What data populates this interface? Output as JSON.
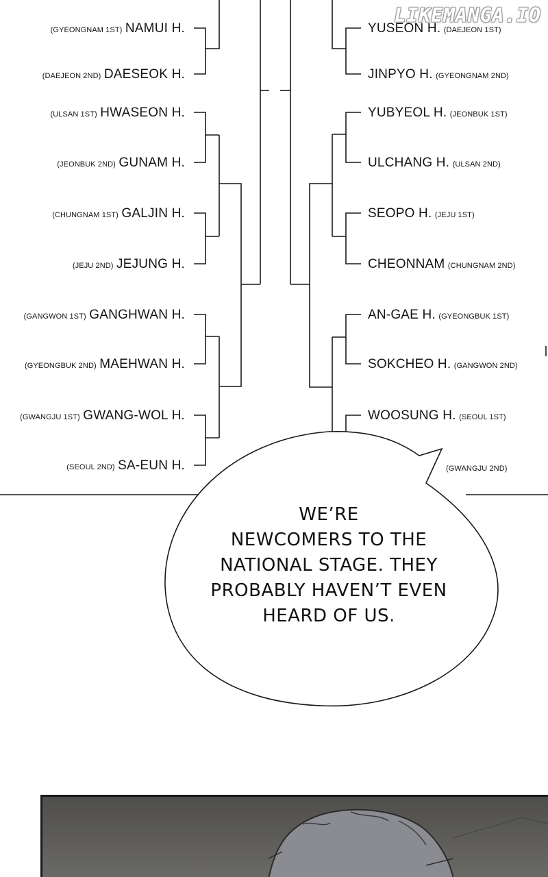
{
  "watermark": "LIKEMANGA.IO",
  "bracket": {
    "left": [
      {
        "region": "(GYEONGNAM 1ST)",
        "name": "NAMUI H."
      },
      {
        "region": "(DAEJEON 2ND)",
        "name": "DAESEOK H."
      },
      {
        "region": "(ULSAN 1ST)",
        "name": "HWASEON H."
      },
      {
        "region": "(JEONBUK 2ND)",
        "name": "GUNAM H."
      },
      {
        "region": "(CHUNGNAM 1ST)",
        "name": "GALJIN H."
      },
      {
        "region": "(JEJU 2ND)",
        "name": "JEJUNG H."
      },
      {
        "region": "(GANGWON 1ST)",
        "name": "GANGHWAN H."
      },
      {
        "region": "(GYEONGBUK 2ND)",
        "name": "MAEHWAN H."
      },
      {
        "region": "(GWANGJU 1ST)",
        "name": "GWANG-WOL H."
      },
      {
        "region": "(SEOUL 2ND)",
        "name": "SA-EUN H."
      }
    ],
    "right": [
      {
        "name": "YUSEON H.",
        "region": "(DAEJEON 1ST)"
      },
      {
        "name": "JINPYO H.",
        "region": "(GYEONGNAM 2ND)"
      },
      {
        "name": "YUBYEOL H.",
        "region": "(JEONBUK 1ST)"
      },
      {
        "name": "ULCHANG H.",
        "region": "(ULSAN 2ND)"
      },
      {
        "name": "SEOPO H.",
        "region": "(JEJU 1ST)"
      },
      {
        "name": "CHEONNAM",
        "region": "(CHUNGNAM 2ND)"
      },
      {
        "name": "AN-GAE H.",
        "region": "(GYEONGBUK 1ST)"
      },
      {
        "name": "SOKCHEO H.",
        "region": "(GANGWON 2ND)"
      },
      {
        "name": "WOOSUNG H.",
        "region": "(SEOUL 1ST)"
      },
      {
        "name": "",
        "region": "(GWANGJU 2ND)"
      }
    ]
  },
  "speech_bubble": {
    "lines": [
      "WE’RE",
      "NEWCOMERS TO THE",
      "NATIONAL STAGE. THEY",
      "PROBABLY HAVEN’T EVEN",
      "HEARD OF US."
    ]
  }
}
